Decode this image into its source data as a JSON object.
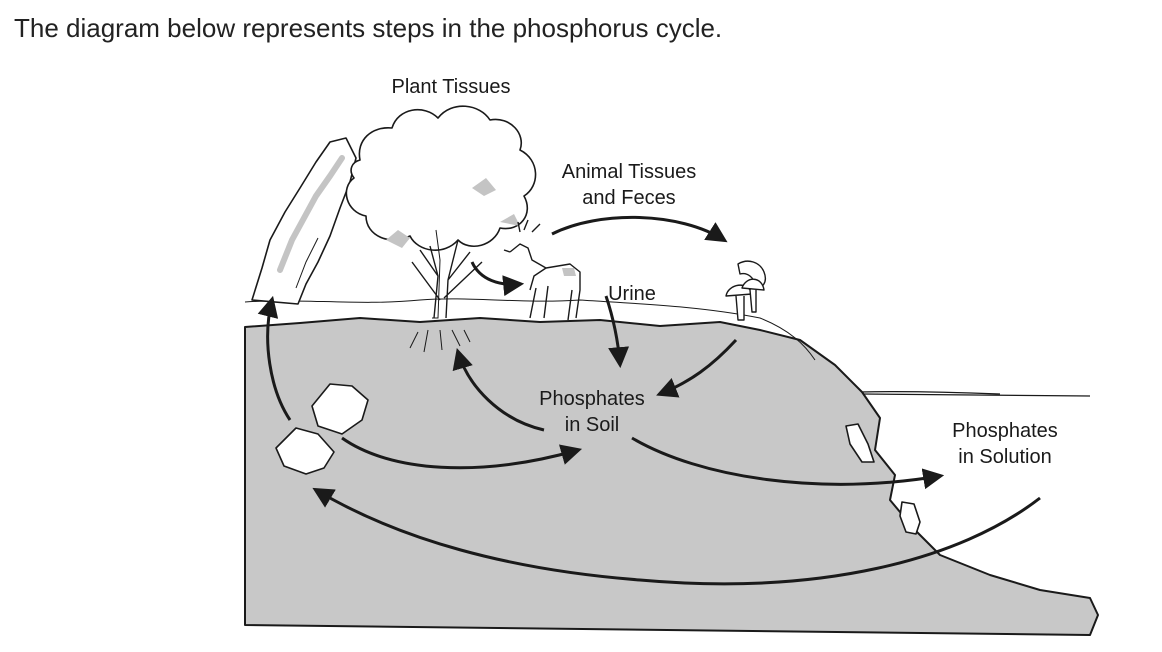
{
  "question": {
    "text": "The diagram below represents steps in the phosphorus cycle."
  },
  "diagram": {
    "labels": {
      "plant_tissues": "Plant Tissues",
      "animal_tissues_line1": "Animal Tissues",
      "animal_tissues_line2": "and Feces",
      "urine": "Urine",
      "phosphates_soil_line1": "Phosphates",
      "phosphates_soil_line2": "in Soil",
      "phosphates_solution_line1": "Phosphates",
      "phosphates_solution_line2": "in Solution"
    },
    "colors": {
      "soil": "#c8c8c8",
      "outline": "#1a1a1a",
      "highlight": "#c4c4c4"
    }
  }
}
